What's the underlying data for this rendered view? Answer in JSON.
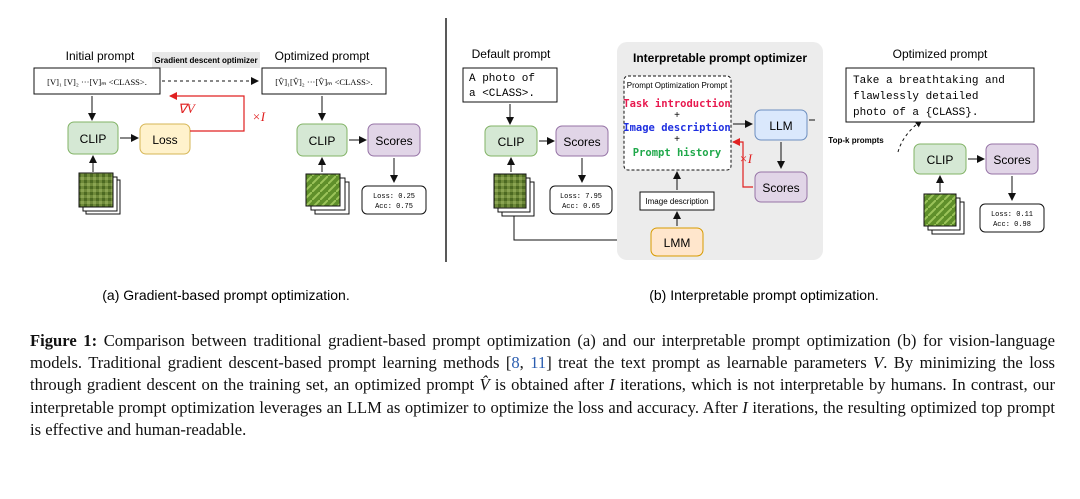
{
  "left": {
    "initial_prompt_title": "Initial prompt",
    "optimizer_label": "Gradient descent optimizer",
    "optimized_prompt_title": "Optimized prompt",
    "init_prompt_text": "[V]₁ [V]₂ ···[V]ₘ <CLASS>.",
    "opt_prompt_text": "[V̂]₁[V̂]₂ ···[V̂]ₘ <CLASS>.",
    "nabla_label": "∇V",
    "times_label": "×I",
    "clip_label": "CLIP",
    "loss_label": "Loss",
    "clip2_label": "CLIP",
    "scores_label": "Scores",
    "metric_loss": "Loss: 0.25",
    "metric_acc": "Acc: 0.75",
    "subcaption": "(a) Gradient-based prompt optimization."
  },
  "right": {
    "default_prompt_title": "Default prompt",
    "default_prompt_line1": "A photo of",
    "default_prompt_line2": "a <CLASS>.",
    "optimizer_title": "Interpretable prompt optimizer",
    "pop_title": "Prompt Optimization Prompt",
    "task_intro": "Task introduction",
    "plus1": "+",
    "image_desc": "Image description",
    "plus2": "+",
    "prompt_history": "Prompt history",
    "llm_label": "LLM",
    "times_label": "×I",
    "scores_inner_label": "Scores",
    "image_description_box": "Image description",
    "lmm_label": "LMM",
    "clip_label": "CLIP",
    "scores_label": "Scores",
    "metric_loss": "Loss: 7.95",
    "metric_acc": "Acc: 0.65",
    "topk_label": "Top-k prompts",
    "optimized_prompt_title": "Optimized prompt",
    "optimized_line1": "Take a breathtaking and",
    "optimized_line2": "flawlessly detailed",
    "optimized_line3": "photo of a {CLASS}.",
    "clip2_label": "CLIP",
    "scores2_label": "Scores",
    "metric2_loss": "Loss: 0.11",
    "metric2_acc": "Acc: 0.98",
    "subcaption": "(b) Interpretable prompt optimization."
  },
  "caption": {
    "label": "Figure 1:",
    "t1": " Comparison between traditional gradient-based prompt optimization (a) and our interpretable prompt optimization (b) for vision-language models. Traditional gradient descent-based prompt learning methods [",
    "ref1": "8",
    "sep": ", ",
    "ref2": "11",
    "t2": "] treat the text prompt as learnable parameters ",
    "var_v": "V",
    "t3": ". By minimizing the loss through gradient descent on the training set, an optimized prompt ",
    "var_vhat": "V̂",
    "t4": " is obtained after ",
    "var_i1": "I",
    "t5": " iterations, which is not interpretable by humans. In contrast, our interpretable prompt optimization leverages an LLM as optimizer to optimize the loss and accuracy. After ",
    "var_i2": "I",
    "t6": " iterations, the resulting optimized top prompt is effective and human-readable."
  },
  "colors": {
    "clip_fill": "#d5e8d4",
    "clip_stroke": "#82b366",
    "loss_fill": "#fff2cc",
    "loss_stroke": "#d6b656",
    "scores_fill": "#e1d5e7",
    "scores_stroke": "#9673a6",
    "llm_fill": "#dae8fc",
    "llm_stroke": "#6c8ebf",
    "lmm_fill": "#ffe6cc",
    "lmm_stroke": "#d79b00",
    "panel_fill": "#ececec",
    "red": "#e02020",
    "task_color": "#e8194f",
    "desc_color": "#1f2fe0",
    "history_color": "#1fa84a"
  }
}
